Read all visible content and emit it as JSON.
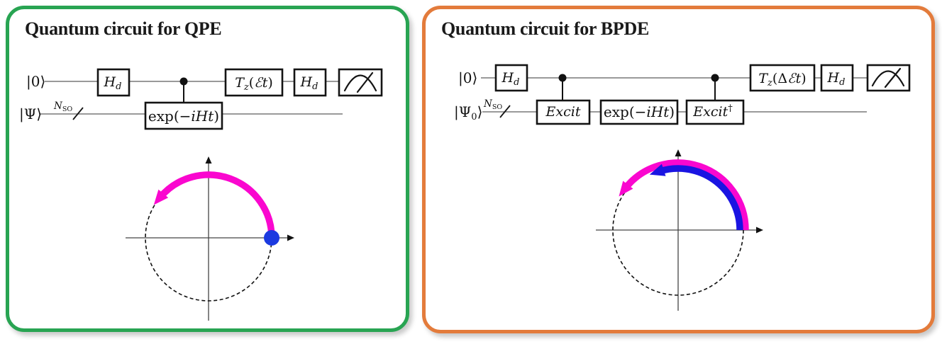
{
  "qpe_panel": {
    "title": "Quantum circuit for QPE",
    "border_color": "#28a452",
    "circuit": {
      "ancilla_ket": "|0⟩",
      "register_ket": "|Ψ⟩",
      "bus_label": {
        "main": "N",
        "sub": "SO"
      },
      "h_gate": {
        "base": "H",
        "sub": "d"
      },
      "exp_gate": {
        "fn": "exp(",
        "arg": "−iHt",
        "close": ")"
      },
      "tz_gate": {
        "base": "T",
        "sub": "z",
        "arg_open": "(",
        "arg": "ℰt",
        "arg_close": ")"
      },
      "measurement_icon": "analog-meter"
    },
    "phase_plot": {
      "arc_color": "#fa07cf",
      "dot_color": "#1b3ae0",
      "arc": {
        "start_deg": 0,
        "end_deg": 140,
        "direction": "counterclockwise"
      }
    }
  },
  "bpde_panel": {
    "title": "Quantum circuit for BPDE",
    "border_color": "#e37b3b",
    "circuit": {
      "ancilla_ket": "|0⟩",
      "register_ket": {
        "open": "|Ψ",
        "sub": "0",
        "close": "⟩"
      },
      "bus_label": {
        "main": "N",
        "sub": "SO"
      },
      "h_gate": {
        "base": "H",
        "sub": "d"
      },
      "excit_gate": {
        "label": "Excit"
      },
      "exp_gate": {
        "fn": "exp(",
        "arg": "−iHt",
        "close": ")"
      },
      "excit_dagger_gate": {
        "label": "Excit",
        "sup": "†"
      },
      "tz_gate": {
        "base": "T",
        "sub": "z",
        "arg_open": "(",
        "arg_prefix": "Δ",
        "arg": "ℰt",
        "arg_close": ")"
      },
      "measurement_icon": "analog-meter"
    },
    "phase_plot": {
      "magenta_arc_color": "#fa07cf",
      "blue_arc_color": "#1a14e2",
      "magenta_arc": {
        "start_deg": 0,
        "end_deg": 142,
        "direction": "counterclockwise"
      },
      "blue_arc": {
        "start_deg": 0,
        "end_deg": 108,
        "direction": "counterclockwise"
      }
    }
  }
}
